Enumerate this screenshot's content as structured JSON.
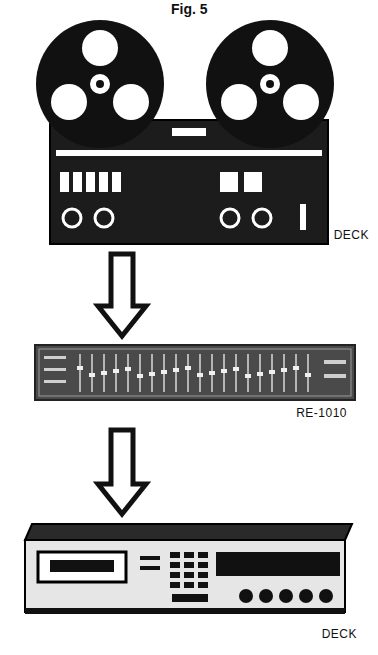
{
  "diagram": {
    "title": "Fig. 5",
    "nodes": [
      {
        "text": [
          "DECK"
        ]
      },
      {
        "text": [
          "RE-1010"
        ]
      },
      {
        "text": [
          "DECK"
        ]
      }
    ],
    "edges": [
      {
        "from": 0,
        "to": 1,
        "arrow": "to"
      },
      {
        "from": 1,
        "to": 2,
        "arrow": "to"
      }
    ]
  }
}
